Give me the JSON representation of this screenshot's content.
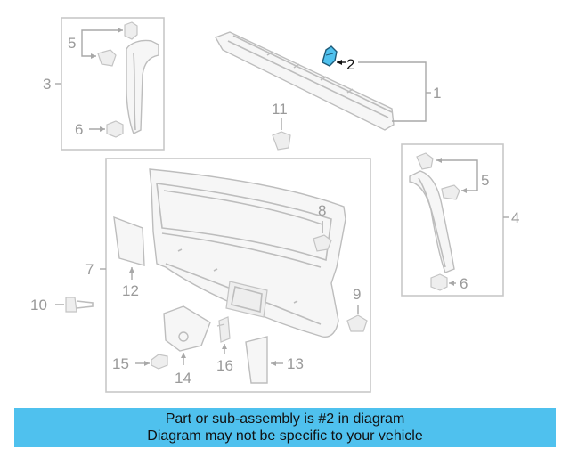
{
  "callouts": {
    "c1": "1",
    "c2": "2",
    "c3": "3",
    "c4": "4",
    "c5_left": "5",
    "c5_right": "5",
    "c6_left": "6",
    "c6_right": "6",
    "c7": "7",
    "c8": "8",
    "c9": "9",
    "c10": "10",
    "c11": "11",
    "c12": "12",
    "c13": "13",
    "c14": "14",
    "c15": "15",
    "c16": "16"
  },
  "highlight": {
    "part_number": "2",
    "color": "#4fc1ee"
  },
  "banner": {
    "line1": "Part or sub-assembly is #2 in diagram",
    "line2": "Diagram may not be specific to your vehicle",
    "background": "#4fc1ee"
  }
}
